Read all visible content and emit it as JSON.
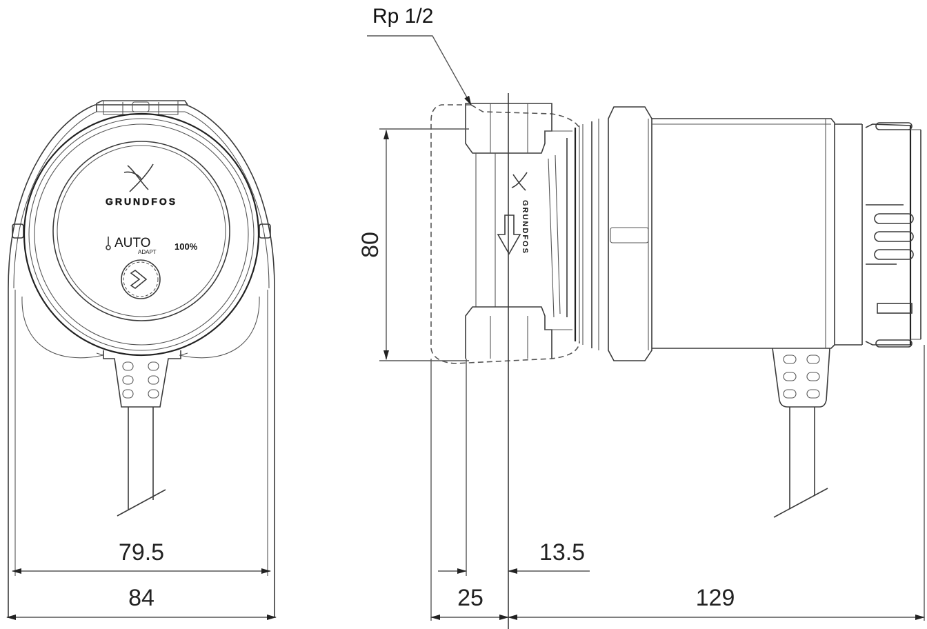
{
  "drawing": {
    "subject": "Grundfos circulator pump – dimensional drawing",
    "front_view": {
      "brand_text": "GRUNDFOS",
      "mode_label": "AUTO",
      "mode_sublabel": "ADAPT",
      "speed_label": "100%",
      "icons": [
        "grundfos-logo-icon",
        "thermometer-icon",
        "chevron-right-button-icon"
      ]
    },
    "side_view": {
      "brand_text": "GRUNDFOS",
      "thread_callout": "Rp 1/2",
      "icons": [
        "grundfos-logo-icon",
        "flow-direction-arrow-icon"
      ]
    },
    "dimensions": {
      "front_inner_width": "79.5",
      "front_outer_width": "84",
      "port_height": "80",
      "port_to_axis": "13.5",
      "body_to_axis": "25",
      "motor_length": "129"
    },
    "colors": {
      "line": "#3a3a3a",
      "background": "#ffffff"
    }
  }
}
